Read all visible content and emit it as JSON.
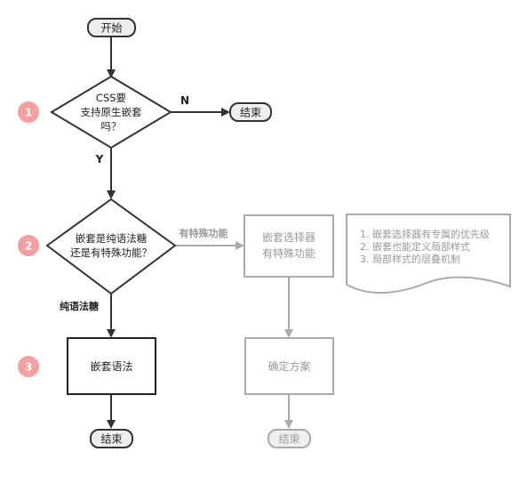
{
  "nodes": {
    "start": "开始",
    "decision1": [
      "CSS要",
      "支持原生嵌套",
      "吗？"
    ],
    "end_no": "结束",
    "decision2": [
      "嵌套是纯语法糖",
      "还是有特殊功能？"
    ],
    "special_box": [
      "嵌套选择器",
      "有特殊功能"
    ],
    "syntax_box": "嵌套语法",
    "confirm_box": "确定方案",
    "end_main": "结束",
    "end_faded": "结束"
  },
  "edges": {
    "n_label": "N",
    "y_label": "Y",
    "special_label": "有特殊功能",
    "sugar_label": "纯语法糖"
  },
  "steps": [
    "1",
    "2",
    "3"
  ],
  "note": [
    "1. 嵌套选择器有专属的优先级",
    "2. 嵌套也能定义局部样式",
    "3. 局部样式的层叠机制"
  ],
  "colors": {
    "dark": "#333333",
    "faded": "#aaaaaa",
    "badge": "#f4a0a0",
    "terminal_fill": "#eeeeee"
  }
}
